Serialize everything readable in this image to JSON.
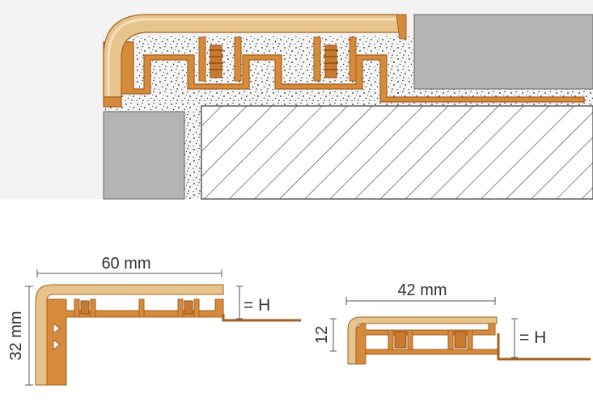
{
  "colors": {
    "profile": "#d58a3c",
    "profile_stroke": "#a55f1e",
    "tread": "#e7c48b",
    "tread_light": "#f3e0ba",
    "tile": "#b4b4b4",
    "adhesive_bg": "#f4f4f4",
    "hatch_line": "#444444",
    "dimension_line": "#555555",
    "text": "#333333"
  },
  "dimensions": {
    "width_large": "60 mm",
    "height_large": "32 mm",
    "width_small": "42 mm",
    "height_small": "12",
    "h_label_large": "= H",
    "h_label_small": "= H"
  }
}
